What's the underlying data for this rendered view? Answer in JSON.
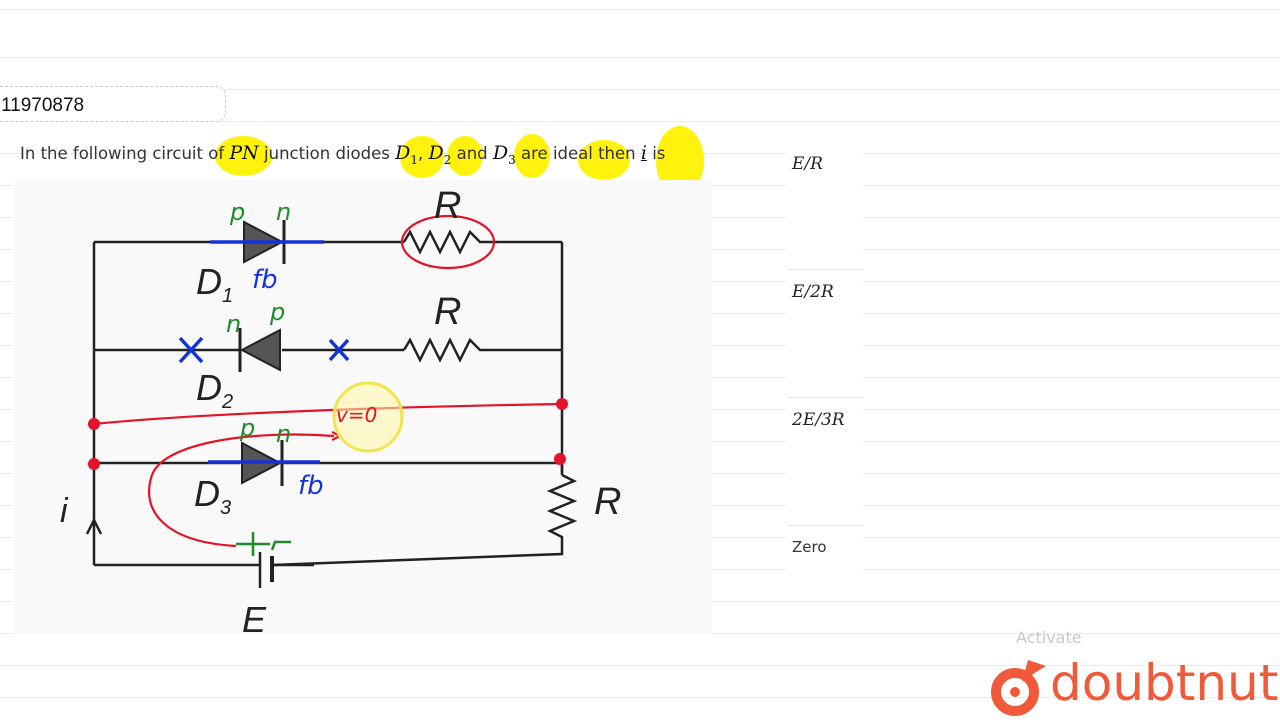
{
  "question_id": "11970878",
  "question": {
    "t1": "In the following circuit of ",
    "m1": "PN",
    "t2": " junction diodes ",
    "d1": "D",
    "d1_sub": "1",
    "sep1": ", ",
    "d2": "D",
    "d2_sub": "2",
    "t3": " and ",
    "d3": "D",
    "d3_sub": "3",
    "t4": " are ideal then ",
    "m_i": "i",
    "t5": " is"
  },
  "figure": {
    "labels": {
      "R_top": "R",
      "R_mid": "R",
      "R_right": "R",
      "D1": "D",
      "D1_sub": "1",
      "D2": "D",
      "D2_sub": "2",
      "D3": "D",
      "D3_sub": "3",
      "i": "i",
      "E": "E"
    },
    "annotations": {
      "d1_p": "p",
      "d1_n": "n",
      "d1_fb": "fb",
      "d2_n": "n",
      "d2_p": "p",
      "d3_p": "p",
      "d3_n": "n",
      "d3_fb": "fb",
      "v0": "v=0"
    },
    "colors": {
      "wire": "#222222",
      "green_ink": "#1f8a2a",
      "blue_ink": "#1433d6",
      "red_ink": "#e3142a",
      "highlight": "#fff200"
    }
  },
  "options": [
    "E/R",
    "E/2R",
    "2E/3R",
    "Zero"
  ],
  "watermark": "Activate Windows",
  "brand": {
    "name": "doubtnut",
    "color": "#f05a3a"
  }
}
